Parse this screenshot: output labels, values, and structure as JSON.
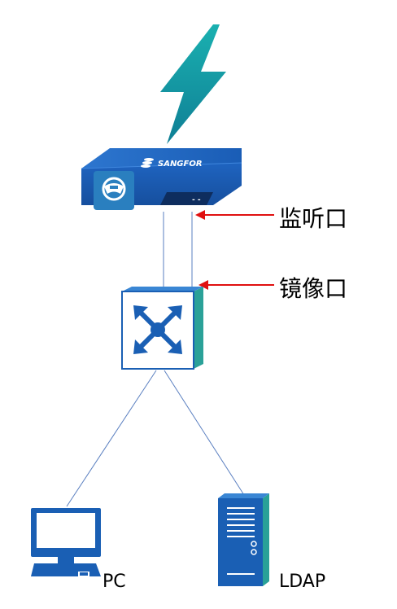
{
  "device": {
    "brand": "SANGFOR",
    "port_indicator": "- -"
  },
  "labels": {
    "monitor_port": "监听口",
    "mirror_port": "镜像口",
    "pc": "PC",
    "ldap": "LDAP"
  },
  "icons": {
    "lightning": "lightning-bolt-icon",
    "appliance": "sangfor-appliance-icon",
    "switch": "network-switch-icon",
    "pc": "desktop-computer-icon",
    "server": "server-icon"
  },
  "colors": {
    "lightning": "#1ba3a8",
    "device_blue": "#1a5fb4",
    "device_dark": "#14478f",
    "arrow": "#e01010",
    "link_line": "#5a7fc0",
    "switch_green": "#2aa198"
  }
}
